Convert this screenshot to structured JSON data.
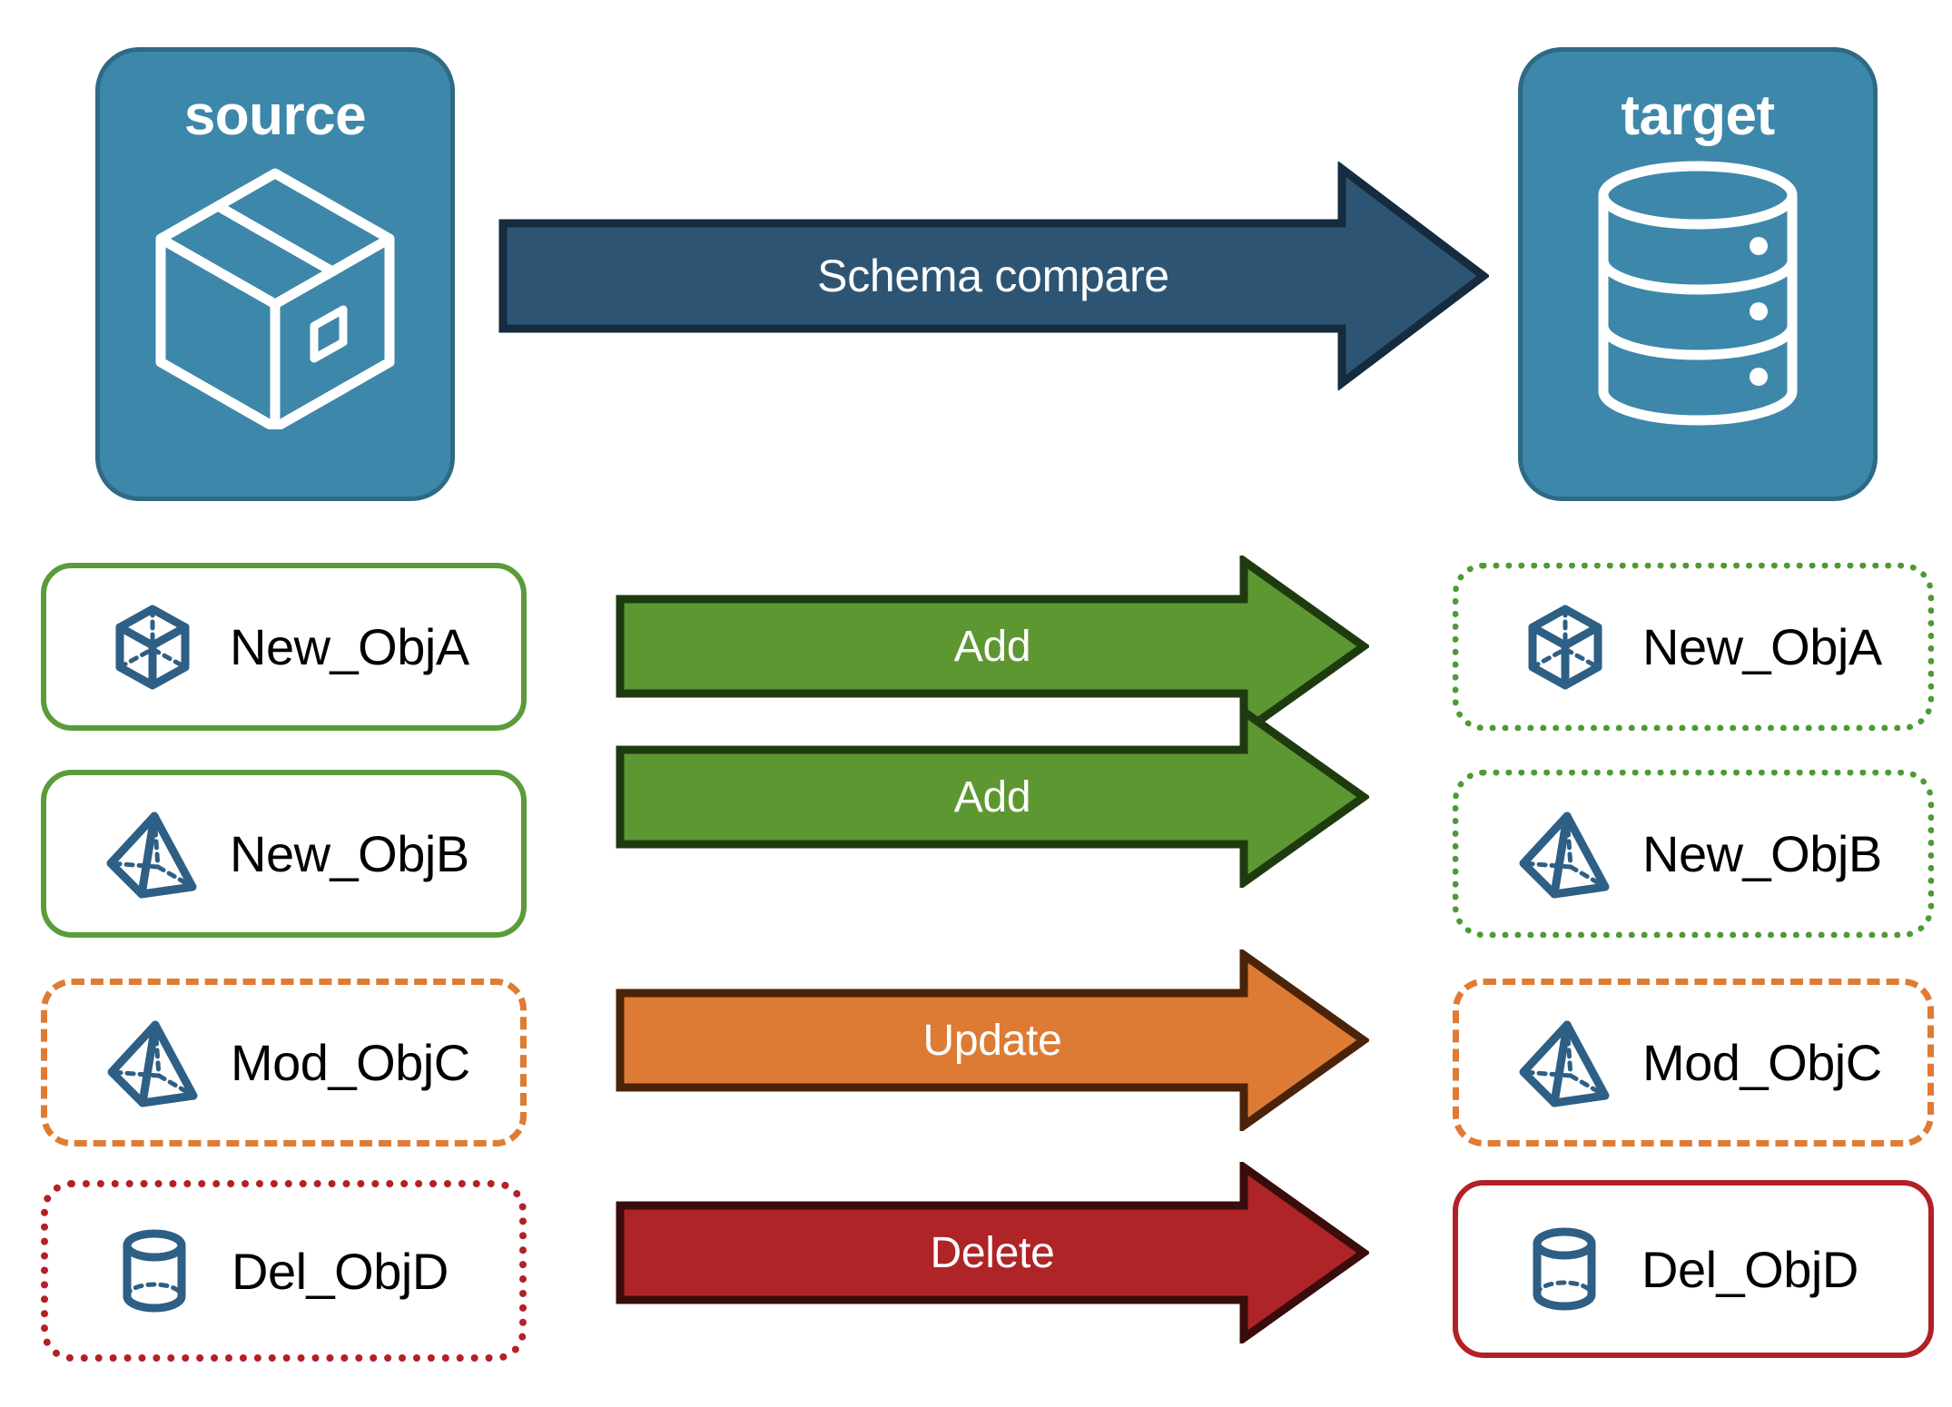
{
  "diagram": {
    "title": "Schema compare between source and target",
    "background": "#ffffff"
  },
  "endpoints": {
    "source": {
      "label": "source",
      "icon": "package-box-icon",
      "fill": "#3D87AA",
      "border": "#2E6A85",
      "text_color": "#ffffff"
    },
    "target": {
      "label": "target",
      "icon": "database-cylinder-icon",
      "fill": "#3D87AA",
      "border": "#2E6A85",
      "text_color": "#ffffff"
    }
  },
  "main_arrow": {
    "label": "Schema compare",
    "fill": "#2D5573",
    "stroke": "#152B3F",
    "text_color": "#ffffff"
  },
  "rows": [
    {
      "action": "Add",
      "arrow_fill": "#5D9732",
      "arrow_stroke": "#1E3B10",
      "source": {
        "name": "New_ObjA",
        "icon": "wireframe-cube-icon",
        "border_style": "solid",
        "border_color": "#5A9B3A"
      },
      "target": {
        "name": "New_ObjA",
        "icon": "wireframe-cube-icon",
        "border_style": "dotted",
        "border_color": "#4E9A34"
      }
    },
    {
      "action": "Add",
      "arrow_fill": "#5D9732",
      "arrow_stroke": "#1E3B10",
      "source": {
        "name": "New_ObjB",
        "icon": "wireframe-pyramid-icon",
        "border_style": "solid",
        "border_color": "#5A9B3A"
      },
      "target": {
        "name": "New_ObjB",
        "icon": "wireframe-pyramid-icon",
        "border_style": "dotted",
        "border_color": "#4E9A34"
      }
    },
    {
      "action": "Update",
      "arrow_fill": "#DD7B34",
      "arrow_stroke": "#4A2309",
      "source": {
        "name": "Mod_ObjC",
        "icon": "wireframe-pyramid-icon",
        "border_style": "dashed",
        "border_color": "#DF7B33"
      },
      "target": {
        "name": "Mod_ObjC",
        "icon": "wireframe-pyramid-icon",
        "border_style": "dashed",
        "border_color": "#DF7B33"
      }
    },
    {
      "action": "Delete",
      "arrow_fill": "#AF2426",
      "arrow_stroke": "#3A0C0C",
      "source": {
        "name": "Del_ObjD",
        "icon": "wireframe-cylinder-icon",
        "border_style": "dotted",
        "border_color": "#B32025"
      },
      "target": {
        "name": "Del_ObjD",
        "icon": "wireframe-cylinder-icon",
        "border_style": "solid",
        "border_color": "#B32025"
      }
    }
  ],
  "icon_color": "#2E5F85"
}
